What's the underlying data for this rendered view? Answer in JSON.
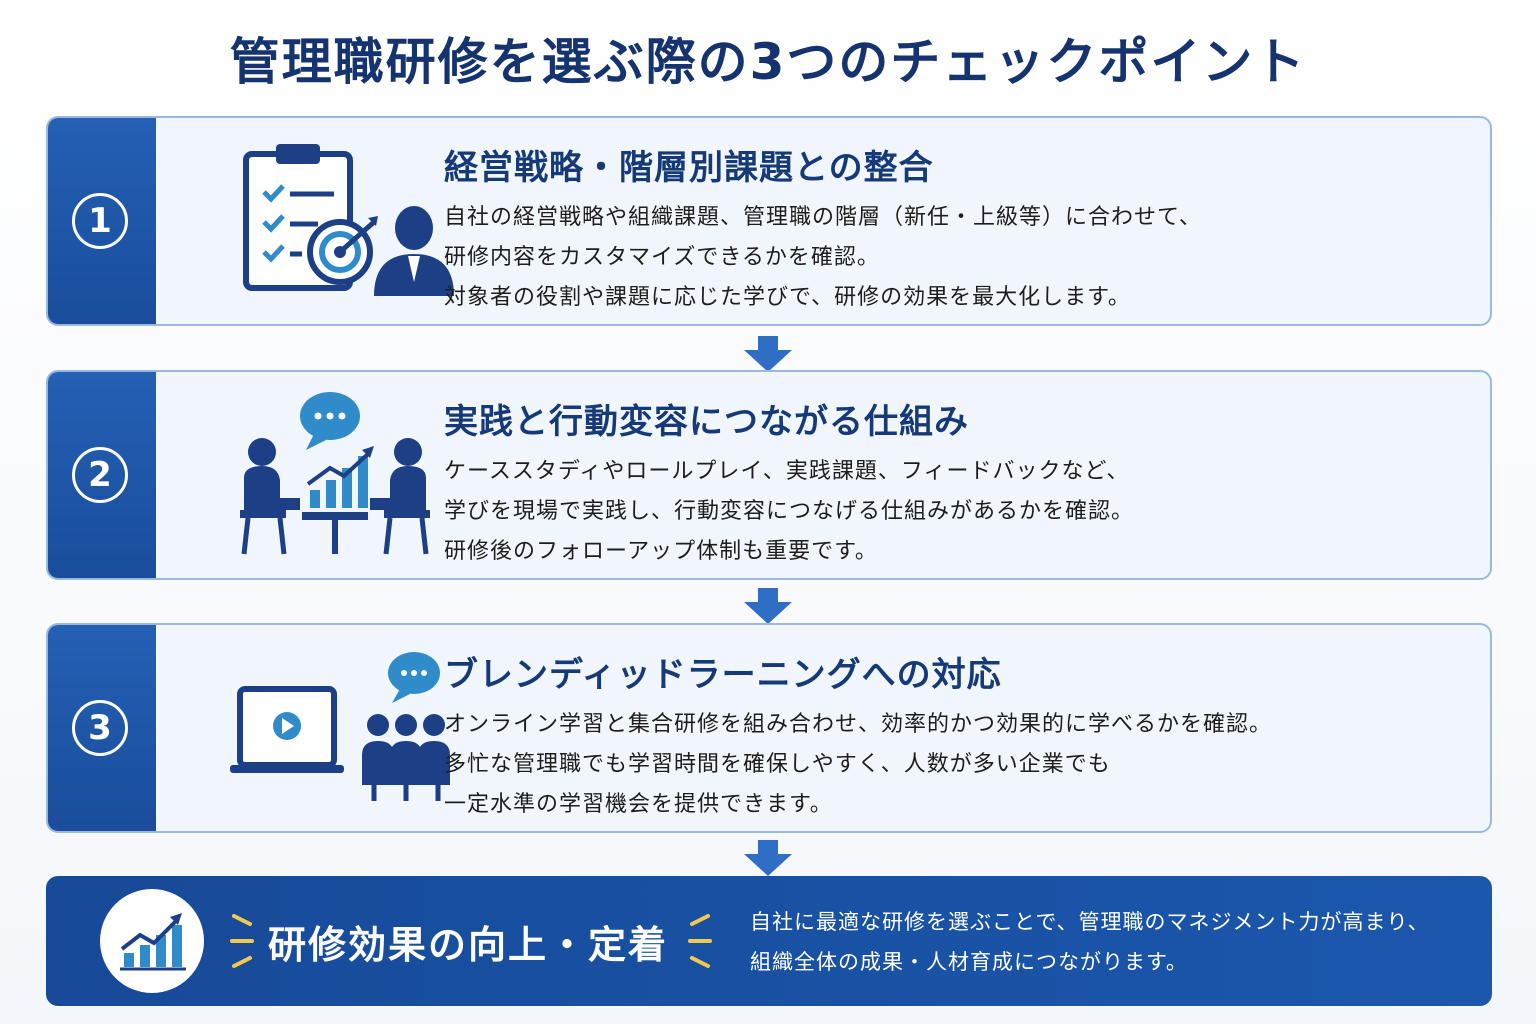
{
  "title": "管理職研修を選ぶ際の3つのチェックポイント",
  "colors": {
    "navy": "#15336e",
    "blue": "#1f56a8",
    "accent": "#2f8bc9",
    "gold": "#f2c94c"
  },
  "steps": [
    {
      "number": "1",
      "heading": "経営戦略・階層別課題との整合",
      "lines": [
        "自社の経営戦略や組織課題、管理職の階層（新任・上級等）に合わせて、",
        "研修内容をカスタマイズできるかを確認。",
        "対象者の役割や課題に応じた学びで、研修の効果を最大化します。"
      ],
      "icons": [
        "clipboard-checklist-icon",
        "target-icon",
        "businessman-icon"
      ]
    },
    {
      "number": "2",
      "heading": "実践と行動変容につながる仕組み",
      "lines": [
        "ケーススタディやロールプレイ、実践課題、フィードバックなど、",
        "学びを現場で実践し、行動変容につなげる仕組みがあるかを確認。",
        "研修後のフォローアップ体制も重要です。"
      ],
      "icons": [
        "chat-bubble-icon",
        "meeting-people-icon",
        "growth-chart-icon"
      ]
    },
    {
      "number": "3",
      "heading": "ブレンディッドラーニングへの対応",
      "lines": [
        "オンライン学習と集合研修を組み合わせ、効率的かつ効果的に学べるかを確認。",
        "多忙な管理職でも学習時間を確保しやすく、人数が多い企業でも",
        "一定水準の学習機会を提供できます。"
      ],
      "icons": [
        "laptop-video-icon",
        "chat-bubble-icon",
        "group-people-icon"
      ]
    }
  ],
  "result": {
    "label": "研修効果の向上・定着",
    "lines": [
      "自社に最適な研修を選ぶことで、管理職のマネジメント力が高まり、",
      "組織全体の成果・人材育成につながります。"
    ],
    "icon": "growth-chart-icon"
  }
}
